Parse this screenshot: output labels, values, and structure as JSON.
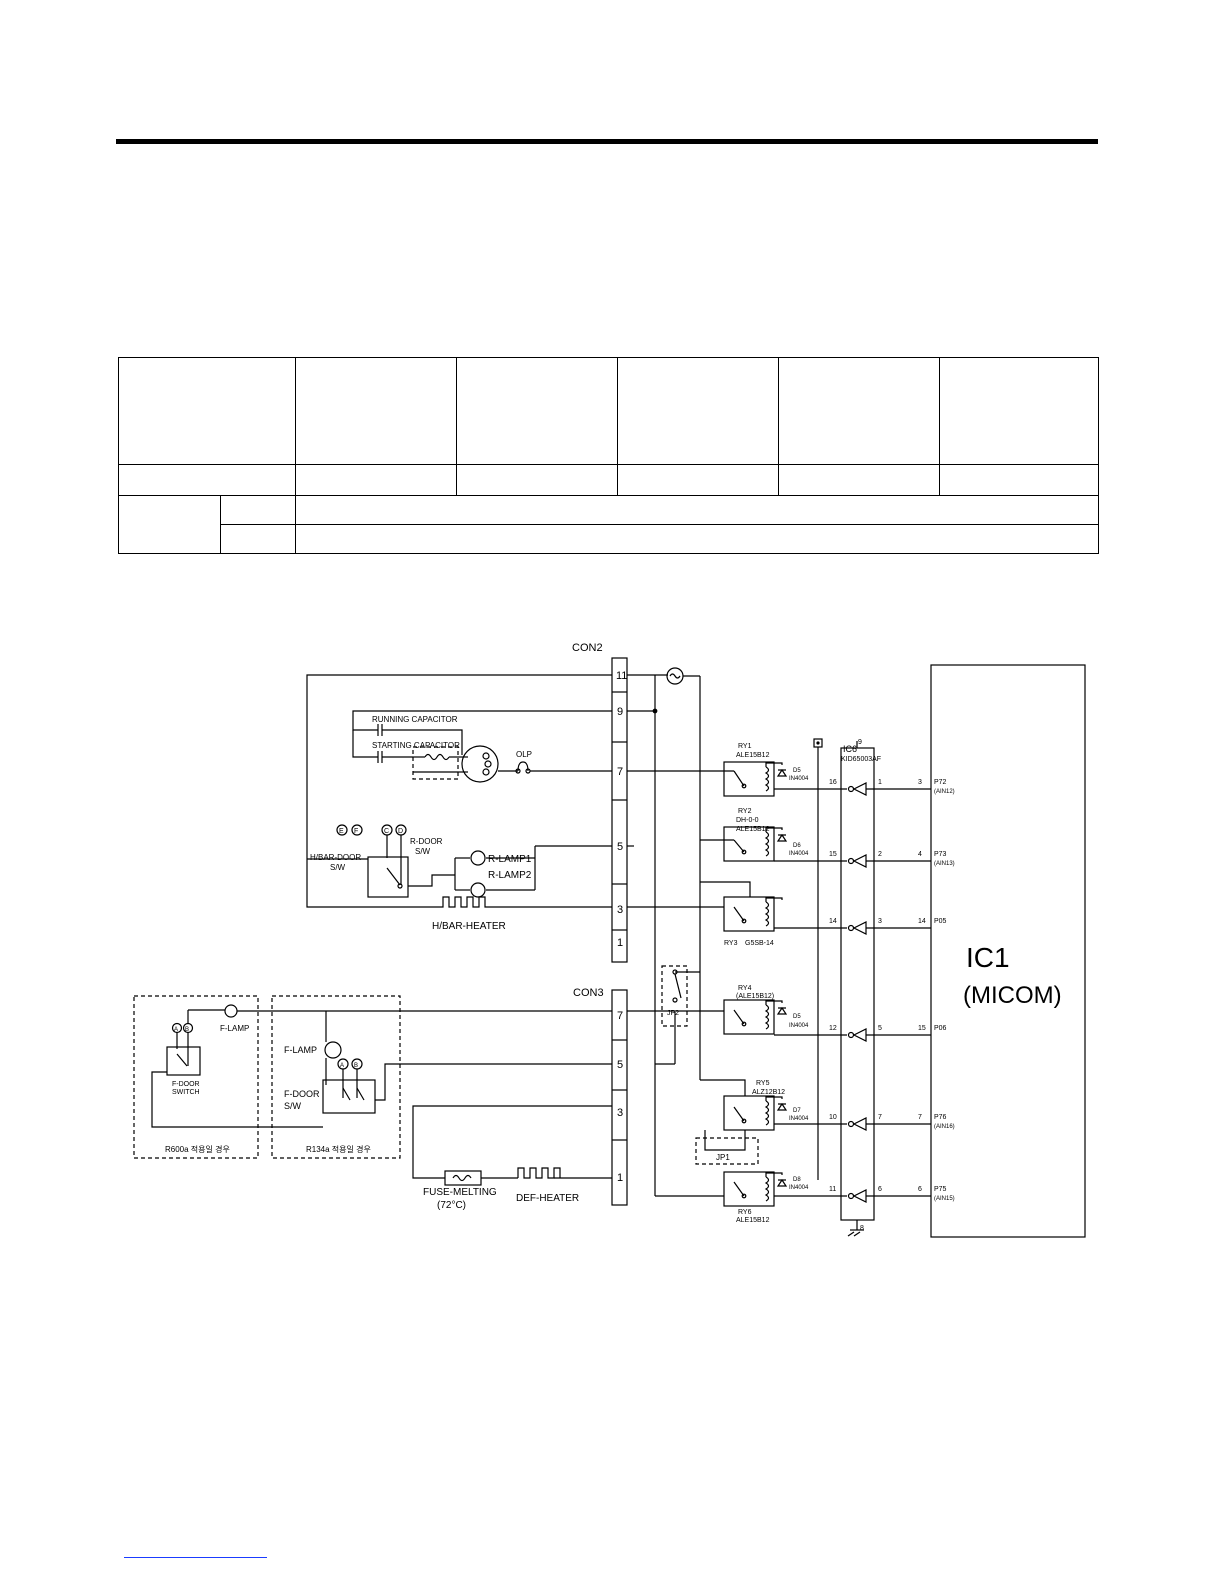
{
  "table": {
    "header": [
      "",
      "",
      "",
      "",
      "",
      ""
    ],
    "row2": [
      "",
      "",
      "",
      "",
      "",
      ""
    ],
    "row3": [
      "",
      "",
      ""
    ],
    "row4": [
      "",
      ""
    ]
  },
  "schematic": {
    "con2": {
      "label": "CON2",
      "pins": [
        "11",
        "9",
        "7",
        "5",
        "3",
        "1"
      ]
    },
    "con3": {
      "label": "CON3",
      "pins": [
        "7",
        "5",
        "3",
        "1"
      ]
    },
    "running_cap": "RUNNING CAPACITOR",
    "starting_cap": "STARTING CAPACITOR",
    "olp": "OLP",
    "r_door": "R-DOOR",
    "r_door_sw": "S/W",
    "hbar_door": "H/BAR-DOOR",
    "hbar_door_sw": "S/W",
    "r_lamp1": "R-LAMP1",
    "r_lamp2": "R-LAMP2",
    "hbar_heater": "H/BAR-HEATER",
    "terminals_top": [
      "E",
      "F",
      "C",
      "D"
    ],
    "f_lamp_left": "F-LAMP",
    "f_door_switch_1": "F-DOOR",
    "f_door_switch_2": "SWITCH",
    "r600a_label": "R600a 적용일 경우",
    "f_lamp_mid": "F-LAMP",
    "f_door_mid_1": "F-DOOR",
    "f_door_mid_2": "S/W",
    "r134a_label": "R134a 적용일 경우",
    "terminals_ab": [
      "A",
      "B"
    ],
    "fuse_melting": "FUSE-MELTING",
    "fuse_temp": "(72°C)",
    "def_heater": "DEF-HEATER",
    "jp2": "JP2",
    "jp1": "JP1",
    "ry1": {
      "name": "RY1",
      "part": "ALE15B12",
      "diode": "D5",
      "dpart": "IN4004"
    },
    "ry2": {
      "name": "RY2",
      "part1": "DH-0-0",
      "part2": "ALE15B12",
      "diode": "D6",
      "dpart": "IN4004"
    },
    "ry3": {
      "name": "RY3",
      "part": "G5SB-14"
    },
    "ry4": {
      "name": "RY4",
      "part": "(ALE15B12)",
      "diode": "D5",
      "dpart": "IN4004"
    },
    "ry5": {
      "name": "RY5",
      "part": "ALZ12B12",
      "diode": "D7",
      "dpart": "IN4004"
    },
    "ry6": {
      "name": "RY6",
      "part": "ALE15B12",
      "diode": "D8",
      "dpart": "IN4004"
    },
    "ic6": {
      "name": "IC6",
      "part": "KID65003AF",
      "top_pin": "9",
      "bottom_pin": "8"
    },
    "driver_rows": [
      {
        "out": "16",
        "in": "1",
        "mpin": "3",
        "port": "P72",
        "port2": "(AIN12)"
      },
      {
        "out": "15",
        "in": "2",
        "mpin": "4",
        "port": "P73",
        "port2": "(AIN13)"
      },
      {
        "out": "14",
        "in": "3",
        "mpin": "14",
        "port": "P05",
        "port2": ""
      },
      {
        "out": "12",
        "in": "5",
        "mpin": "15",
        "port": "P06",
        "port2": ""
      },
      {
        "out": "10",
        "in": "7",
        "mpin": "7",
        "port": "P76",
        "port2": "(AIN16)"
      },
      {
        "out": "11",
        "in": "6",
        "mpin": "6",
        "port": "P75",
        "port2": "(AIN15)"
      }
    ],
    "ic1": {
      "line1": "IC1",
      "line2": "(MICOM)"
    }
  }
}
